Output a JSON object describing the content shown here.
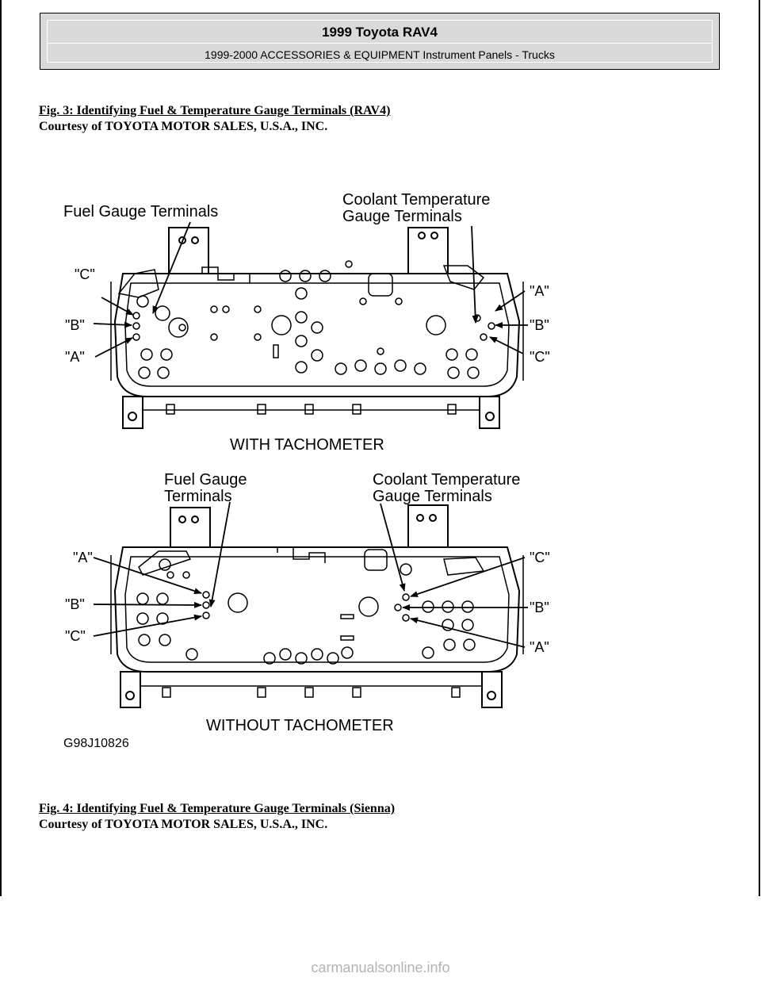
{
  "header": {
    "title": "1999 Toyota RAV4",
    "subtitle": "1999-2000 ACCESSORIES & EQUIPMENT Instrument Panels - Trucks"
  },
  "fig3": {
    "title": "Fig. 3: Identifying Fuel & Temperature Gauge Terminals (RAV4)",
    "courtesy": "Courtesy of TOYOTA MOTOR SALES, U.S.A., INC."
  },
  "diagram": {
    "top": {
      "fuel_label": "Fuel Gauge Terminals",
      "coolant_line1": "Coolant Temperature",
      "coolant_line2": "Gauge Terminals",
      "left_c": "\"C\"",
      "left_b": "\"B\"",
      "left_a": "\"A\"",
      "right_a": "\"A\"",
      "right_b": "\"B\"",
      "right_c": "\"C\"",
      "caption": "WITH TACHOMETER"
    },
    "bottom": {
      "fuel_line1": "Fuel Gauge",
      "fuel_line2": "Terminals",
      "coolant_line1": "Coolant Temperature",
      "coolant_line2": "Gauge Terminals",
      "left_a": "\"A\"",
      "left_b": "\"B\"",
      "left_c": "\"C\"",
      "right_c": "\"C\"",
      "right_b": "\"B\"",
      "right_a": "\"A\"",
      "caption": "WITHOUT TACHOMETER"
    },
    "code": "G98J10826"
  },
  "fig4": {
    "title": "Fig. 4: Identifying Fuel & Temperature Gauge Terminals (Sienna)",
    "courtesy": "Courtesy of TOYOTA MOTOR SALES, U.S.A., INC."
  },
  "watermark": "carmanualsonline.info"
}
